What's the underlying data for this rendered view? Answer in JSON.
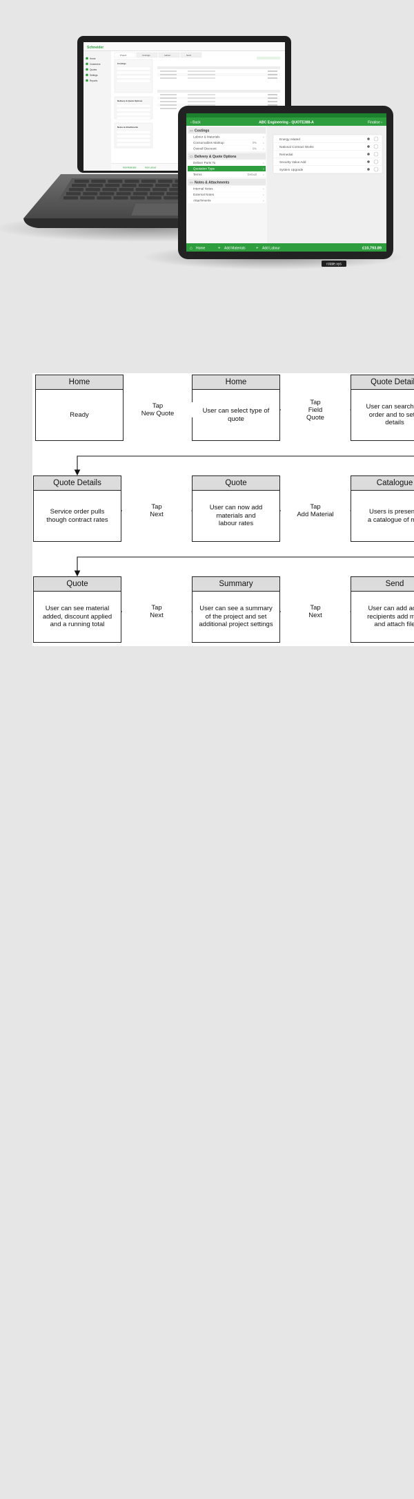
{
  "hero": {
    "laptop": {
      "brand": "Schneider",
      "nav_items": [
        "Home",
        "Customers",
        "Quotes",
        "Settings",
        "Reports"
      ],
      "tabs": [
        "Project",
        "Costings",
        "Labour",
        "Send"
      ],
      "section_labels": [
        "Costings",
        "Delivery & Quote Options",
        "Notes & Attachments"
      ],
      "footer_buttons": [
        "Add Materials",
        "Add Labour"
      ]
    },
    "tablet": {
      "back_label": "Back",
      "title": "ABC Engineering - QUOTE388-A",
      "finalise_label": "Finalise",
      "sections": [
        {
          "title": "Costings",
          "icon": "edit-icon",
          "rows": [
            {
              "label": "Labour & Materials",
              "value": ""
            },
            {
              "label": "Consumables Markup",
              "value": "0%"
            },
            {
              "label": "Overall Discount",
              "value": "0%"
            }
          ]
        },
        {
          "title": "Delivery & Quote Options",
          "icon": "truck-icon",
          "rows": [
            {
              "label": "Deliver Parts To",
              "value": ""
            },
            {
              "label": "Quotation Type",
              "value": "",
              "selected": true
            },
            {
              "label": "Terms",
              "value": "Default"
            }
          ]
        },
        {
          "title": "Notes & Attachments",
          "icon": "paperclip-icon",
          "rows": [
            {
              "label": "Internal Notes",
              "value": ""
            },
            {
              "label": "External Notes",
              "value": ""
            },
            {
              "label": "Attachments",
              "value": ""
            }
          ]
        }
      ],
      "options": [
        "Energy related",
        "National Contract Works",
        "Remedial",
        "Security Value Add",
        "System Upgrade"
      ],
      "bottom": {
        "home_label": "Home",
        "add_materials_label": "Add Materials",
        "add_labour_label": "Add Labour",
        "total": "£10,793.89"
      },
      "watermark": "rotate.xys"
    }
  },
  "flow": {
    "rows": [
      {
        "boxes": [
          {
            "header": "Home",
            "body": "Ready"
          },
          {
            "header": "Home",
            "body": "User can select type of\nquote"
          },
          {
            "header": "Quote Details",
            "body": "User can search for\norder and to set p\ndetails"
          }
        ],
        "labels": [
          "Tap\nNew Quote",
          "Tap\nField\nQuote"
        ]
      },
      {
        "boxes": [
          {
            "header": "Quote Details",
            "body": "Service order pulls\nthough contract rates"
          },
          {
            "header": "Quote",
            "body": "User can now add\nmaterials and\nlabour rates"
          },
          {
            "header": "Catalogue",
            "body": "Users is presente\na catalogue of mat"
          }
        ],
        "labels": [
          "Tap\nNext",
          "Tap\nAdd Material"
        ]
      },
      {
        "boxes": [
          {
            "header": "Quote",
            "body": "User can see material\nadded, discount applied\nand a running total"
          },
          {
            "header": "Summary",
            "body": "User can see a summary\nof the project and set\nadditional project settings"
          },
          {
            "header": "Send",
            "body": "User can add addi\nrecipients add mes\nand attach file"
          }
        ],
        "labels": [
          "Tap\nNext",
          "Tap\nNext"
        ]
      }
    ]
  },
  "colors": {
    "page_bg": "#e6e6e6",
    "brand_green": "#2e9d3e",
    "box_header": "#dcdcdc",
    "device_dark": "#2a2a2a"
  }
}
